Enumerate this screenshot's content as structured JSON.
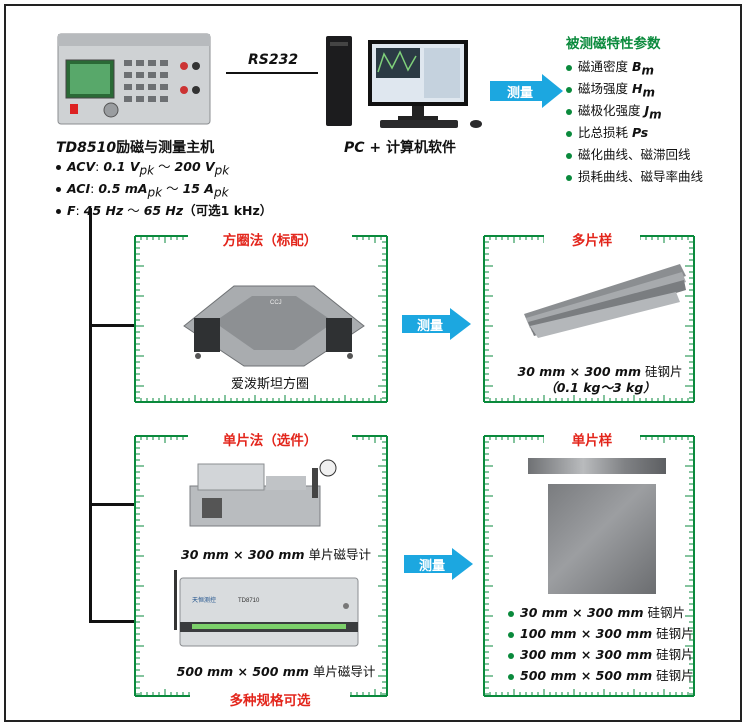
{
  "host": {
    "title_model": "TD8510",
    "title_rest": "励磁与测量主机",
    "specs": [
      {
        "label": "ACV",
        "sep": ":",
        "v1": "0.1 V",
        "s1": "pk",
        "tilde": " ～ ",
        "v2": "200 V",
        "s2": "pk",
        "extra": ""
      },
      {
        "label": "ACI",
        "sep": ":",
        "v1": "0.5 mA",
        "s1": "pk",
        "tilde": " ～ ",
        "v2": "15 A",
        "s2": "pk",
        "extra": ""
      },
      {
        "label": "F",
        "sep": ":",
        "v1": "45 Hz",
        "s1": "",
        "tilde": " ～ ",
        "v2": "65 Hz",
        "s2": "",
        "extra": "（可选1 kHz）"
      }
    ]
  },
  "link": {
    "label": "RS232"
  },
  "pc": {
    "label_bold": "PC",
    "label_rest": " + 计算机软件"
  },
  "measure_label": "测量",
  "params": {
    "title": "被测磁特性参数",
    "items": [
      {
        "text": "磁通密度 ",
        "sym": "B",
        "sub": "m"
      },
      {
        "text": "磁场强度 ",
        "sym": "H",
        "sub": "m"
      },
      {
        "text": "磁极化强度 ",
        "sym": "J",
        "sub": "m"
      },
      {
        "text": "比总损耗 ",
        "sym": "Ps",
        "sub": ""
      },
      {
        "text": "磁化曲线、磁滞回线",
        "sym": "",
        "sub": ""
      },
      {
        "text": "损耗曲线、磁导率曲线",
        "sym": "",
        "sub": ""
      }
    ]
  },
  "epstein": {
    "title": "方圈法（标配）",
    "device_label": "爱泼斯坦方圈",
    "logo": "CCJ"
  },
  "multi": {
    "title": "多片样",
    "size_bold": "30 mm × 300 mm",
    "size_rest": " 硅钢片",
    "weight": "（0.1 kg～3 kg）"
  },
  "single": {
    "title": "单片法（选件）",
    "dev1_bold": "30 mm × 300 mm",
    "dev1_rest": " 单片磁导计",
    "dev2_bold": "500 mm × 500 mm",
    "dev2_rest": " 单片磁导计",
    "footer": "多种规格可选",
    "logo2": "天恒测控",
    "model2": "TD8710"
  },
  "single_sample": {
    "title": "单片样",
    "items": [
      {
        "bold": "30 mm × 300 mm",
        "rest": " 硅钢片"
      },
      {
        "bold": "100 mm × 300 mm",
        "rest": " 硅钢片"
      },
      {
        "bold": "300 mm × 300 mm",
        "rest": " 硅钢片"
      },
      {
        "bold": "500 mm × 500 mm",
        "rest": " 硅钢片"
      }
    ]
  },
  "colors": {
    "accent_red": "#e3261c",
    "accent_green": "#0a8a3c",
    "arrow_blue": "#1ca7e0"
  }
}
